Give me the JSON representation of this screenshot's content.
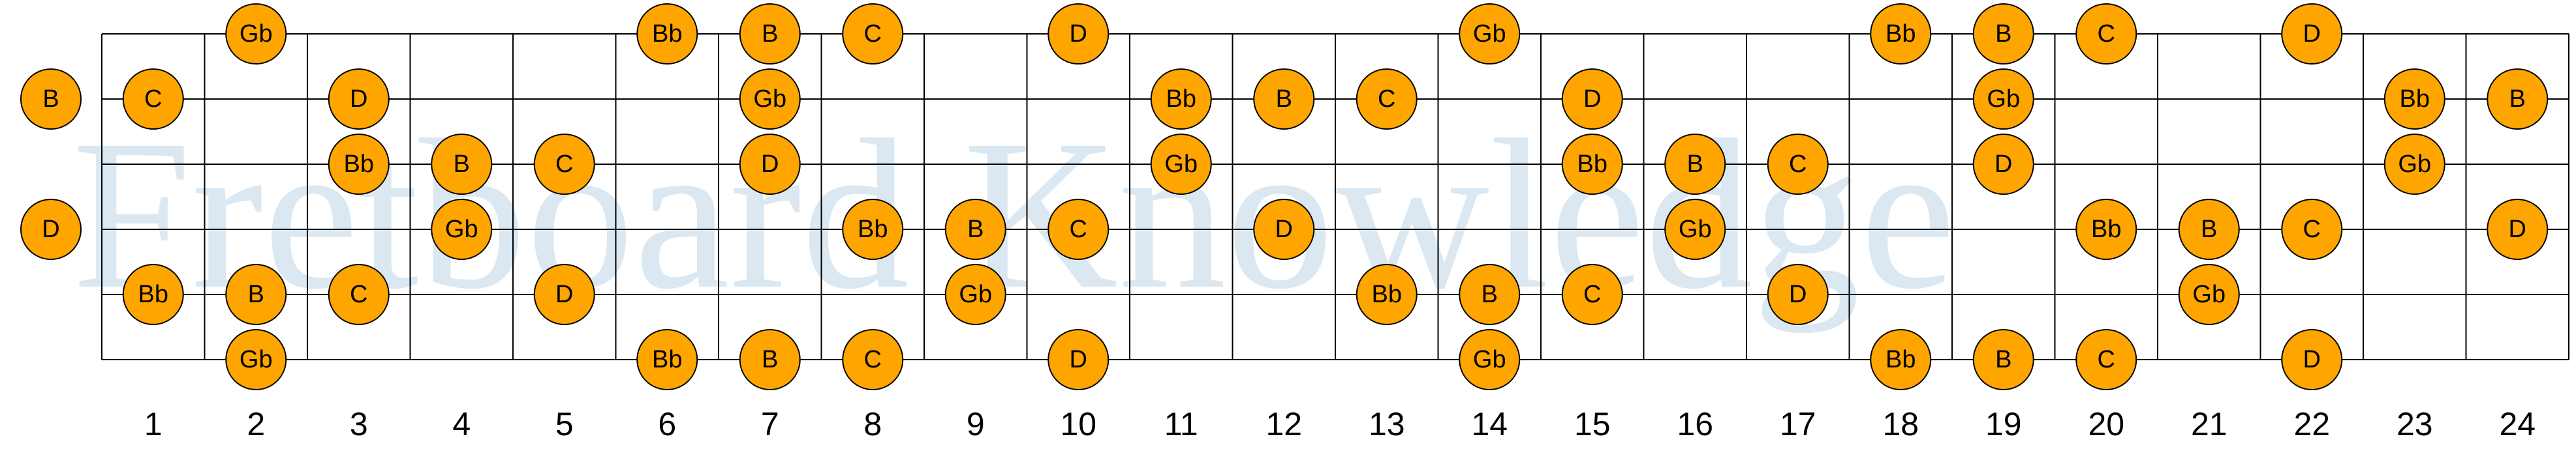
{
  "watermark": "Fretboard Knowledge",
  "colors": {
    "note_fill": "#ffa500",
    "note_stroke": "#000000",
    "string_line": "#000000",
    "fret_line": "#000000",
    "watermark": "#dbe8f1",
    "background": "#ffffff"
  },
  "fretboard": {
    "frets": 24,
    "strings": 6,
    "fret_numbers": [
      "1",
      "2",
      "3",
      "4",
      "5",
      "6",
      "7",
      "8",
      "9",
      "10",
      "11",
      "12",
      "13",
      "14",
      "15",
      "16",
      "17",
      "18",
      "19",
      "20",
      "21",
      "22",
      "23",
      "24"
    ]
  },
  "notes": [
    {
      "row": 0,
      "fret": 2,
      "label": "Gb"
    },
    {
      "row": 0,
      "fret": 6,
      "label": "Bb"
    },
    {
      "row": 0,
      "fret": 7,
      "label": "B"
    },
    {
      "row": 0,
      "fret": 8,
      "label": "C"
    },
    {
      "row": 0,
      "fret": 10,
      "label": "D"
    },
    {
      "row": 0,
      "fret": 14,
      "label": "Gb"
    },
    {
      "row": 0,
      "fret": 18,
      "label": "Bb"
    },
    {
      "row": 0,
      "fret": 19,
      "label": "B"
    },
    {
      "row": 0,
      "fret": 20,
      "label": "C"
    },
    {
      "row": 0,
      "fret": 22,
      "label": "D"
    },
    {
      "row": 1,
      "fret": 0,
      "label": "B"
    },
    {
      "row": 1,
      "fret": 1,
      "label": "C"
    },
    {
      "row": 1,
      "fret": 3,
      "label": "D"
    },
    {
      "row": 1,
      "fret": 7,
      "label": "Gb"
    },
    {
      "row": 1,
      "fret": 11,
      "label": "Bb"
    },
    {
      "row": 1,
      "fret": 12,
      "label": "B"
    },
    {
      "row": 1,
      "fret": 13,
      "label": "C"
    },
    {
      "row": 1,
      "fret": 15,
      "label": "D"
    },
    {
      "row": 1,
      "fret": 19,
      "label": "Gb"
    },
    {
      "row": 1,
      "fret": 23,
      "label": "Bb"
    },
    {
      "row": 1,
      "fret": 24,
      "label": "B"
    },
    {
      "row": 2,
      "fret": 3,
      "label": "Bb"
    },
    {
      "row": 2,
      "fret": 4,
      "label": "B"
    },
    {
      "row": 2,
      "fret": 5,
      "label": "C"
    },
    {
      "row": 2,
      "fret": 7,
      "label": "D"
    },
    {
      "row": 2,
      "fret": 11,
      "label": "Gb"
    },
    {
      "row": 2,
      "fret": 15,
      "label": "Bb"
    },
    {
      "row": 2,
      "fret": 16,
      "label": "B"
    },
    {
      "row": 2,
      "fret": 17,
      "label": "C"
    },
    {
      "row": 2,
      "fret": 19,
      "label": "D"
    },
    {
      "row": 2,
      "fret": 23,
      "label": "Gb"
    },
    {
      "row": 3,
      "fret": 0,
      "label": "D"
    },
    {
      "row": 3,
      "fret": 4,
      "label": "Gb"
    },
    {
      "row": 3,
      "fret": 8,
      "label": "Bb"
    },
    {
      "row": 3,
      "fret": 9,
      "label": "B"
    },
    {
      "row": 3,
      "fret": 10,
      "label": "C"
    },
    {
      "row": 3,
      "fret": 12,
      "label": "D"
    },
    {
      "row": 3,
      "fret": 16,
      "label": "Gb"
    },
    {
      "row": 3,
      "fret": 20,
      "label": "Bb"
    },
    {
      "row": 3,
      "fret": 21,
      "label": "B"
    },
    {
      "row": 3,
      "fret": 22,
      "label": "C"
    },
    {
      "row": 3,
      "fret": 24,
      "label": "D"
    },
    {
      "row": 4,
      "fret": 1,
      "label": "Bb"
    },
    {
      "row": 4,
      "fret": 2,
      "label": "B"
    },
    {
      "row": 4,
      "fret": 3,
      "label": "C"
    },
    {
      "row": 4,
      "fret": 5,
      "label": "D"
    },
    {
      "row": 4,
      "fret": 9,
      "label": "Gb"
    },
    {
      "row": 4,
      "fret": 13,
      "label": "Bb"
    },
    {
      "row": 4,
      "fret": 14,
      "label": "B"
    },
    {
      "row": 4,
      "fret": 15,
      "label": "C"
    },
    {
      "row": 4,
      "fret": 17,
      "label": "D"
    },
    {
      "row": 4,
      "fret": 21,
      "label": "Gb"
    },
    {
      "row": 5,
      "fret": 2,
      "label": "Gb"
    },
    {
      "row": 5,
      "fret": 6,
      "label": "Bb"
    },
    {
      "row": 5,
      "fret": 7,
      "label": "B"
    },
    {
      "row": 5,
      "fret": 8,
      "label": "C"
    },
    {
      "row": 5,
      "fret": 10,
      "label": "D"
    },
    {
      "row": 5,
      "fret": 14,
      "label": "Gb"
    },
    {
      "row": 5,
      "fret": 18,
      "label": "Bb"
    },
    {
      "row": 5,
      "fret": 19,
      "label": "B"
    },
    {
      "row": 5,
      "fret": 20,
      "label": "C"
    },
    {
      "row": 5,
      "fret": 22,
      "label": "D"
    }
  ]
}
